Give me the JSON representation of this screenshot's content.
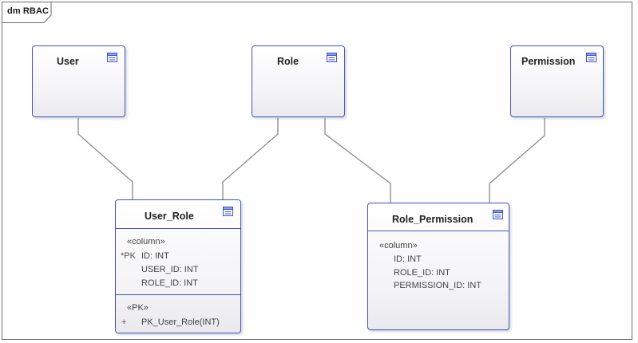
{
  "diagram": {
    "frame_label": "dm RBAC",
    "colors": {
      "entity_border": "#3d54c6",
      "connector": "#8a8a8a",
      "frame": "#6c6c6c"
    },
    "entities": {
      "user": {
        "name": "User",
        "icon": "table-icon"
      },
      "role": {
        "name": "Role",
        "icon": "table-icon"
      },
      "permission": {
        "name": "Permission",
        "icon": "table-icon"
      },
      "user_role": {
        "name": "User_Role",
        "icon": "table-icon",
        "column_stereotype": "«column»",
        "columns": [
          {
            "marker": "*PK",
            "text": "ID: INT"
          },
          {
            "marker": "",
            "text": "USER_ID: INT"
          },
          {
            "marker": "",
            "text": "ROLE_ID: INT"
          }
        ],
        "op_stereotype": "«PK»",
        "operations": [
          {
            "marker": "+",
            "text": "PK_User_Role(INT)"
          }
        ]
      },
      "role_permission": {
        "name": "Role_Permission",
        "icon": "table-icon",
        "column_stereotype": "«column»",
        "columns": [
          {
            "marker": "",
            "text": "ID: INT"
          },
          {
            "marker": "",
            "text": "ROLE_ID: INT"
          },
          {
            "marker": "",
            "text": "PERMISSION_ID: INT"
          }
        ]
      }
    },
    "connectors": [
      {
        "from": "User",
        "to": "User_Role"
      },
      {
        "from": "Role",
        "to": "User_Role"
      },
      {
        "from": "Role",
        "to": "Role_Permission"
      },
      {
        "from": "Permission",
        "to": "Role_Permission"
      }
    ]
  }
}
